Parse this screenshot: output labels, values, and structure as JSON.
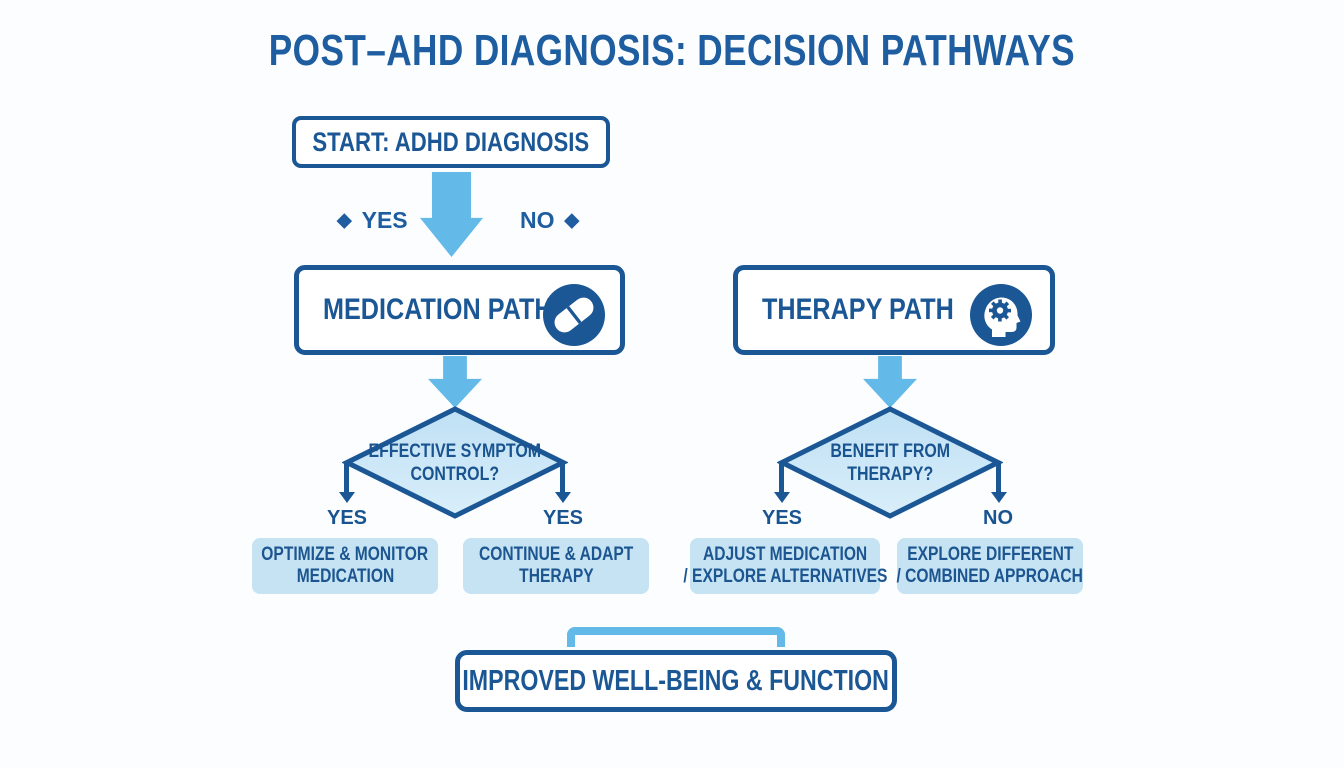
{
  "title": "POST–AHD DIAGNOSIS: DECISION PATHWAYS",
  "colors": {
    "dark_blue": "#1b5795",
    "title_blue": "#1d5da0",
    "light_blue_arrow": "#63b9e7",
    "outcome_fill": "#c5e3f3",
    "diamond_fill_top": "#bfe0f4",
    "diamond_fill_bottom": "#d9eefa",
    "background": "#fcfdfe"
  },
  "start": {
    "label": "START: ADHD DIAGNOSIS"
  },
  "branch_labels": {
    "bullet": "◆",
    "yes": "YES",
    "no": "NO"
  },
  "paths": [
    {
      "label": "MEDICATION PATH",
      "icon": "pill-icon",
      "decision": {
        "line1": "EFFECTIVE SYMPTOM",
        "line2": "CONTROL?"
      },
      "outcomes": [
        {
          "branch": "YES",
          "line1": "OPTIMIZE & MONITOR",
          "line2": "MEDICATION"
        },
        {
          "branch": "YES",
          "line1": "CONTINUE & ADAPT",
          "line2": "THERAPY"
        }
      ]
    },
    {
      "label": "THERAPY PATH",
      "icon": "head-gear-icon",
      "decision": {
        "line1": "BENEFIT FROM",
        "line2": "THERAPY?"
      },
      "outcomes": [
        {
          "branch": "YES",
          "line1": "ADJUST MEDICATION",
          "line2": "/ EXPLORE ALTERNATIVES"
        },
        {
          "branch": "NO",
          "line1": "EXPLORE DIFFERENT",
          "line2": "/ COMBINED APPROACH"
        }
      ]
    }
  ],
  "final": {
    "label": "IMPROVED WELL-BEING & FUNCTION"
  }
}
